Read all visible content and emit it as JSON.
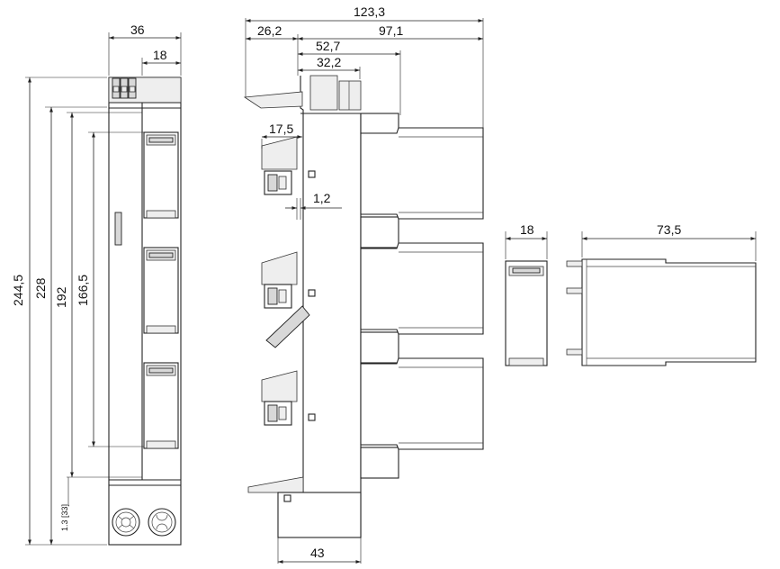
{
  "front_view": {
    "width_total": "36",
    "width_half": "18",
    "height_total": "244,5",
    "height_228": "228",
    "height_192": "192",
    "height_166": "166,5",
    "small_note": "1.3 [33]"
  },
  "side_view": {
    "depth_total": "123,3",
    "depth_front": "26,2",
    "depth_rear": "97,1",
    "depth_527": "52,7",
    "depth_322": "32,2",
    "clip_175": "17,5",
    "gap_12": "1,2",
    "base_43": "43"
  },
  "cap_views": {
    "cap_width": "18",
    "cap_length": "73,5"
  }
}
